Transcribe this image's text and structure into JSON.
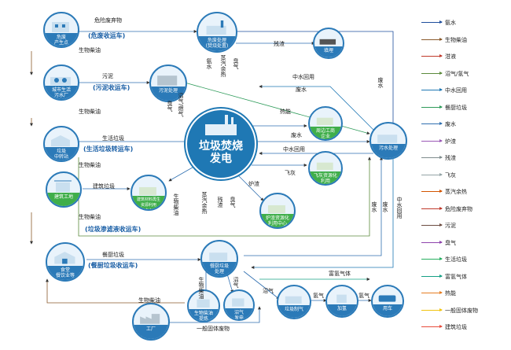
{
  "nodes": {
    "hazard_source": "危废\n产生点",
    "city_plant": "城市生活\n污水厂",
    "transfer_station": "垃圾\n中转站",
    "construction": "建筑工地",
    "canteen": "食堂\n餐饮业等",
    "factory": "工厂",
    "hazard_treat": "危废处理\n(焚烧处置)",
    "landfill": "填埋",
    "sludge_treat": "污泥处理",
    "center": "垃圾焚烧\n发电",
    "heat_enterprise": "周边工商\n企业",
    "flyash": "飞灰资源化\n利用",
    "slag": "炉渣资源化\n利用中心",
    "construction_reuse": "建筑材料再生\n资源利用\n中心",
    "kitchen_treat": "餐厨垃圾\n处理",
    "diesel": "生物柴油\n提炼",
    "biogas_power": "沼气\n发电",
    "biogas_purify": "垃圾制气",
    "hydrogen": "加氢",
    "vehicle": "用车",
    "sewage_treat": "污水处理"
  },
  "labels": {
    "hazard_waste": "危险废弃物",
    "hazard_truck": "(危废收运车)",
    "biodiesel": "生物柴油",
    "sludge": "污泥",
    "sludge_truck": "(污泥收运车)",
    "domestic_waste": "生活垃圾",
    "waste_truck": "(生活垃圾转运车)",
    "construction_waste": "建筑垃圾",
    "leachate_truck": "(垃圾渗滤液收运车)",
    "kitchen_waste": "餐厨垃圾",
    "kitchen_truck": "(餐厨垃圾收运车)",
    "solid_waste": "一般固体废物",
    "residue": "残渣",
    "heat": "热能",
    "wastewater": "废水",
    "reclaimed_water": "中水回用",
    "fly_ash": "飞灰",
    "slag_label": "炉渣",
    "steam_heat": "蒸汽余热",
    "ammonia": "氨水",
    "foul_gas": "臭气",
    "biogas": "沼气",
    "hydrogen_gas": "氢气",
    "hydrogen_rich": "富氢气体",
    "sludge_dry": "沼气/燃气",
    "biodiesel_v": "生物柴油",
    "slag_v": "残渣"
  },
  "legend": [
    {
      "label": "氨水",
      "color": "#1f4e9c"
    },
    {
      "label": "生物柴油",
      "color": "#8a5a2b"
    },
    {
      "label": "泔液",
      "color": "#c0392b"
    },
    {
      "label": "沼气/氢气",
      "color": "#5b8a3c"
    },
    {
      "label": "中水回用",
      "color": "#1f78b4"
    },
    {
      "label": "餐厨垃圾",
      "color": "#2e9b5a"
    },
    {
      "label": "废水",
      "color": "#2f6fb0"
    },
    {
      "label": "炉渣",
      "color": "#9b59b6"
    },
    {
      "label": "残渣",
      "color": "#7f8c8d"
    },
    {
      "label": "飞灰",
      "color": "#95a5a6"
    },
    {
      "label": "蒸汽余热",
      "color": "#d35400"
    },
    {
      "label": "危险废弃物",
      "color": "#c0392b"
    },
    {
      "label": "污泥",
      "color": "#6d4c41"
    },
    {
      "label": "臭气",
      "color": "#8e44ad"
    },
    {
      "label": "生活垃圾",
      "color": "#27ae60"
    },
    {
      "label": "富氢气体",
      "color": "#16a085"
    },
    {
      "label": "热能",
      "color": "#e67e22"
    },
    {
      "label": "一般固体废物",
      "color": "#f1c40f"
    },
    {
      "label": "建筑垃圾",
      "color": "#e74c3c"
    }
  ]
}
